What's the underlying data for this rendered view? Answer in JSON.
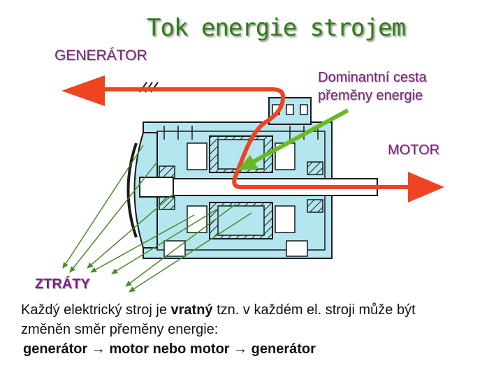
{
  "title": "Tok energie strojem",
  "labels": {
    "generator": "GENERÁTOR",
    "dominant_line1": "Dominantní cesta",
    "dominant_line2": "přeměny energie",
    "motor": "MOTOR",
    "losses": "ZTRÁTY"
  },
  "paragraph": {
    "line1_before": "Každý elektrický stroj je ",
    "line1_bold": "vratný",
    "line1_after": " tzn. v každém el. stroji může být",
    "line2": "změněn směr přeměny energie:",
    "line3": "generátor → motor  nebo  motor → generátor"
  },
  "colors": {
    "title": "#2e7d18",
    "labels": "#7b2080",
    "energy_arrow": "#ee4422",
    "dominant_arrow": "#66bb22",
    "loss_arrows": "#4d8a2a",
    "machine_fill": "#b3e6ee",
    "machine_outline": "#1a1a1a"
  }
}
